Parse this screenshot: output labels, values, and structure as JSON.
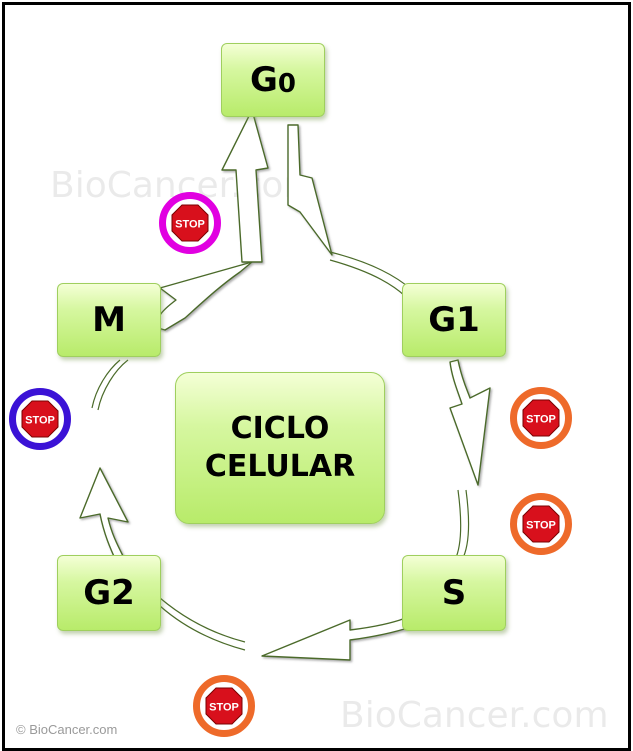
{
  "phases": {
    "g0": {
      "main": "G",
      "sub": "0"
    },
    "g1": "G1",
    "s": "S",
    "g2": "G2",
    "m": "M"
  },
  "center": {
    "line1": "CICLO",
    "line2": "CELULAR"
  },
  "checkpoints": {
    "label": "STOP",
    "items": [
      {
        "id": "g0-m",
        "ring_color": "#e100e1"
      },
      {
        "id": "m",
        "ring_color": "#3b12d6"
      },
      {
        "id": "g1-a",
        "ring_color": "#ee6a2a"
      },
      {
        "id": "g1-b",
        "ring_color": "#ee6a2a"
      },
      {
        "id": "s-g2",
        "ring_color": "#ee6a2a"
      }
    ],
    "sign_color": "#d8101c"
  },
  "watermarks": {
    "top": "BioCancer.com",
    "bottom": "BioCancer.com"
  },
  "copyright": "© BioCancer.com"
}
